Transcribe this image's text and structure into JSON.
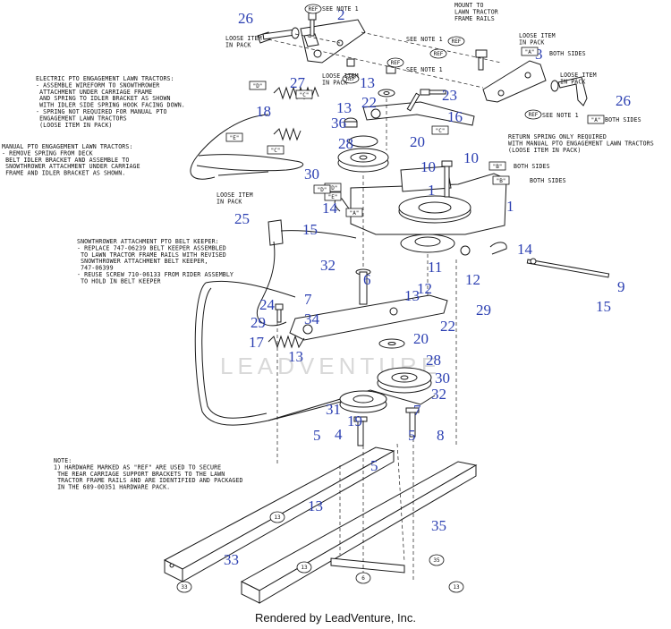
{
  "footer": "Rendered by LeadVenture, Inc.",
  "watermark": "LEADVENTURE",
  "callouts": [
    {
      "id": "c26a",
      "label": "26"
    },
    {
      "id": "c2",
      "label": "2"
    },
    {
      "id": "c3",
      "label": "3"
    },
    {
      "id": "c26b",
      "label": "26"
    },
    {
      "id": "c27",
      "label": "27"
    },
    {
      "id": "c13a",
      "label": "13"
    },
    {
      "id": "c23",
      "label": "23"
    },
    {
      "id": "c22a",
      "label": "22"
    },
    {
      "id": "c18",
      "label": "18"
    },
    {
      "id": "c13b",
      "label": "13"
    },
    {
      "id": "c36",
      "label": "36"
    },
    {
      "id": "c16",
      "label": "16"
    },
    {
      "id": "c28a",
      "label": "28"
    },
    {
      "id": "c20a",
      "label": "20"
    },
    {
      "id": "c30a",
      "label": "30"
    },
    {
      "id": "c10a",
      "label": "10"
    },
    {
      "id": "c10b",
      "label": "10"
    },
    {
      "id": "c1a",
      "label": "1"
    },
    {
      "id": "c1b",
      "label": "1"
    },
    {
      "id": "c14a",
      "label": "14"
    },
    {
      "id": "c15a",
      "label": "15"
    },
    {
      "id": "c25",
      "label": "25"
    },
    {
      "id": "c14b",
      "label": "14"
    },
    {
      "id": "c11",
      "label": "11"
    },
    {
      "id": "c12a",
      "label": "12"
    },
    {
      "id": "c32a",
      "label": "32"
    },
    {
      "id": "c6a",
      "label": "6"
    },
    {
      "id": "c12b",
      "label": "12"
    },
    {
      "id": "c9",
      "label": "9"
    },
    {
      "id": "c7a",
      "label": "7"
    },
    {
      "id": "c13c",
      "label": "13"
    },
    {
      "id": "c15b",
      "label": "15"
    },
    {
      "id": "c24",
      "label": "24"
    },
    {
      "id": "c34",
      "label": "34"
    },
    {
      "id": "c29a",
      "label": "29"
    },
    {
      "id": "c22b",
      "label": "22"
    },
    {
      "id": "c29b",
      "label": "29"
    },
    {
      "id": "c17",
      "label": "17"
    },
    {
      "id": "c13d",
      "label": "13"
    },
    {
      "id": "c20b",
      "label": "20"
    },
    {
      "id": "c28b",
      "label": "28"
    },
    {
      "id": "c30b",
      "label": "30"
    },
    {
      "id": "c32b",
      "label": "32"
    },
    {
      "id": "c31",
      "label": "31"
    },
    {
      "id": "c7b",
      "label": "7"
    },
    {
      "id": "c19",
      "label": "19"
    },
    {
      "id": "c5a",
      "label": "5"
    },
    {
      "id": "c4",
      "label": "4"
    },
    {
      "id": "c5b",
      "label": "5"
    },
    {
      "id": "c8",
      "label": "8"
    },
    {
      "id": "c5c",
      "label": "5"
    },
    {
      "id": "c13e",
      "label": "13"
    },
    {
      "id": "c35",
      "label": "35"
    },
    {
      "id": "c33",
      "label": "33"
    }
  ],
  "small_tags": [
    {
      "id": "t1",
      "label": "REF"
    },
    {
      "id": "t2",
      "label": "REF"
    },
    {
      "id": "t3",
      "label": "REF"
    },
    {
      "id": "t4",
      "label": "REF"
    },
    {
      "id": "t5",
      "label": "REF"
    },
    {
      "id": "t6",
      "label": "REF"
    },
    {
      "id": "ta",
      "label": "\"A\""
    },
    {
      "id": "tb",
      "label": "\"B\""
    },
    {
      "id": "tc",
      "label": "\"A\""
    },
    {
      "id": "td",
      "label": "\"B\""
    },
    {
      "id": "te",
      "label": "\"D\""
    },
    {
      "id": "tf",
      "label": "\"C\""
    },
    {
      "id": "tg",
      "label": "\"E\""
    },
    {
      "id": "th",
      "label": "\"D\""
    },
    {
      "id": "ti",
      "label": "\"C\""
    },
    {
      "id": "tj",
      "label": "\"E\""
    },
    {
      "id": "tk",
      "label": "\"C\""
    },
    {
      "id": "tl",
      "label": "\"D\""
    },
    {
      "id": "tm",
      "label": "\"A\""
    },
    {
      "id": "tn",
      "label": "13"
    },
    {
      "id": "to",
      "label": "13"
    },
    {
      "id": "tp",
      "label": "6"
    },
    {
      "id": "tq",
      "label": "13"
    },
    {
      "id": "tr",
      "label": "35"
    },
    {
      "id": "ts",
      "label": "33"
    }
  ],
  "notes": {
    "see_note_1a": "SEE NOTE 1",
    "mount_to": [
      "MOUNT TO",
      "LAWN TRACTOR",
      "FRAME RAILS"
    ],
    "loose_pack_a": [
      "LOOSE ITEM",
      "IN PACK"
    ],
    "see_note_1b": "SEE NOTE 1",
    "loose_pack_b": [
      "LOOSE ITEM",
      "IN PACK"
    ],
    "see_note_1c": "SEE NOTE 1",
    "loose_pack_c": [
      "LOOSE ITEM",
      "IN PACK"
    ],
    "both_sides_b": "BOTH SIDES",
    "loose_pack_d": [
      "LOOSE ITEM",
      "IN PACK"
    ],
    "see_note_1d": "SEE NOTE 1",
    "both_sides_a": "BOTH SIDES",
    "electric_pto": [
      "ELECTRIC PTO ENGAGEMENT LAWN TRACTORS:",
      "- ASSEMBLE WIREFORM TO SNOWTHROWER",
      "  ATTACHMENT UNDER CARRIAGE FRAME",
      "  AND SPRING TO IDLER BRACKET AS SHOWN",
      "  WITH IDLER SIDE SPRING HOOK FACING DOWN.",
      "- SPRING NOT REQUIRED FOR MANUAL PTO",
      "  ENGAGEMENT LAWN TRACTORS",
      "  (LOOSE ITEM IN PACK)"
    ],
    "return_spring": [
      "RETURN SPRING ONLY REQUIRED",
      "WITH MANUAL PTO ENGAGEMENT LAWN TRACTORS",
      "(LOOSE ITEM IN PACK)"
    ],
    "manual_pto": [
      "MANUAL PTO ENGAGEMENT LAWN TRACTORS:",
      "- REMOVE SPRING FROM DECK",
      "  BELT IDLER BRACKET AND ASSEMBLE TO",
      "  SNOWTHROWER ATTACHMENT UNDER CARRIAGE",
      "  FRAME AND IDLER BRACKET AS SHOWN."
    ],
    "both_sides_a2": "BOTH SIDES",
    "both_sides_b2": "BOTH SIDES",
    "loose_pack_e": [
      "LOOSE ITEM",
      "IN PACK"
    ],
    "belt_keeper": [
      "SNOWTHROWER ATTACHMENT PTO BELT KEEPER:",
      "- REPLACE 747-06239 BELT KEEPER ASSEMBLED",
      "  TO LAWN TRACTOR FRAME RAILS WITH REVISED",
      "  SNOWTHROWER ATTACHMENT BELT KEEPER,",
      "  747-06399",
      "- REUSE SCREW 710-06133 FROM RIDER ASSEMBLY",
      "  TO HOLD IN BELT KEEPER"
    ],
    "hardware_note": [
      "NOTE:",
      "1) HARDWARE MARKED AS \"REF\" ARE USED TO SECURE",
      "   THE REAR CARRIAGE SUPPORT BRACKETS TO THE LAWN",
      "   TRACTOR FRAME RAILS AND ARE IDENTIFIED AND PACKAGED",
      "   IN THE 689-00351 HARDWARE PACK."
    ]
  }
}
